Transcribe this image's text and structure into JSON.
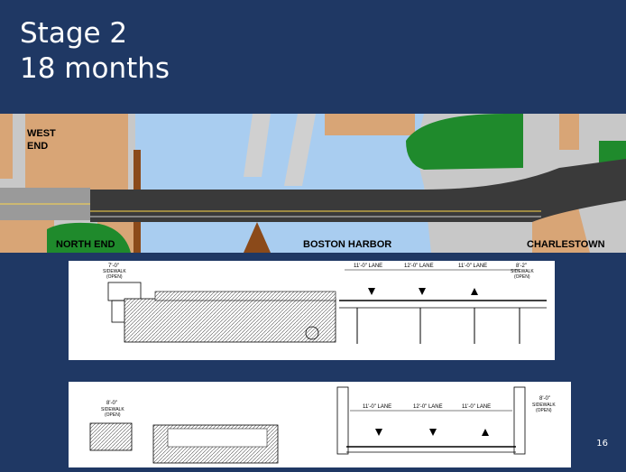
{
  "slide": {
    "title_line1": "Stage 2",
    "title_line2": "18 months",
    "page_number": "16"
  },
  "map": {
    "labels": {
      "west_end_1": "WEST",
      "west_end_2": "END",
      "north_end": "NORTH END",
      "boston_harbor": "BOSTON HARBOR",
      "charlestown": "CHARLESTOWN"
    },
    "colors": {
      "water": "#a9cdf0",
      "land": "#d8a576",
      "park": "#1f8a2c",
      "pavement": "#c8c8c8",
      "bridge_deck": "#3a3a3a"
    }
  },
  "section_top": {
    "left_dim": "7'-0\"",
    "left_sidewalk": "SIDEWALK",
    "left_open": "(OPEN)",
    "lane1": "11'-0\" LANE",
    "lane2": "12'-0\" LANE",
    "lane3": "11'-0\" LANE",
    "right_dim": "8'-2\"",
    "right_sidewalk": "SIDEWALK",
    "right_open": "(OPEN)"
  },
  "section_bottom": {
    "left_dim": "8'-0\"",
    "left_sidewalk": "SIDEWALK",
    "left_open": "(OPEN)",
    "lane1": "11'-0\" LANE",
    "lane2": "12'-0\" LANE",
    "lane3": "11'-0\" LANE",
    "right_dim": "8'-0\"",
    "right_sidewalk": "SIDEWALK",
    "right_open": "(OPEN)"
  }
}
